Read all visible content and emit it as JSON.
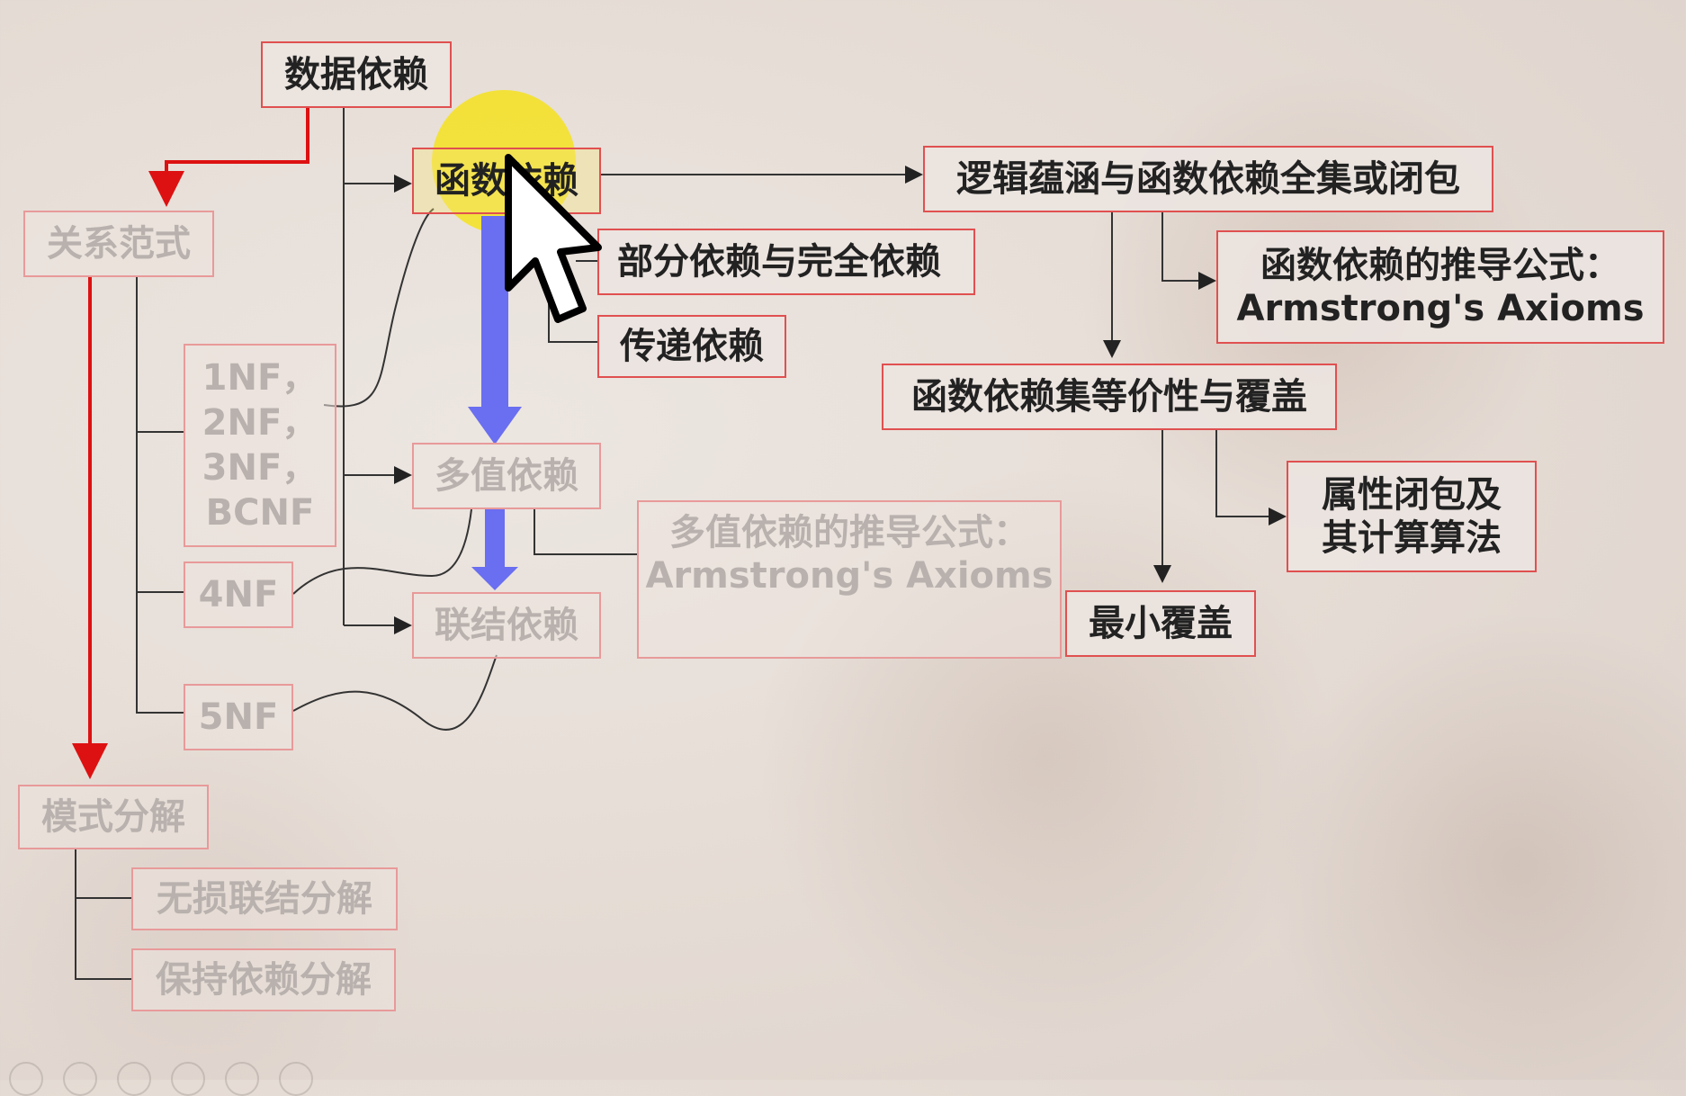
{
  "diagram": {
    "root": "数据依赖",
    "functional_dependency": "函数依赖",
    "partial_full": "部分依赖与完全依赖",
    "transitive": "传递依赖",
    "logical_closure": "逻辑蕴涵与函数依赖全集或闭包",
    "fd_axioms": "函数依赖的推导公式：\nArmstrong's Axioms",
    "fd_equivalence": "函数依赖集等价性与覆盖",
    "attribute_closure": "属性闭包及\n其计算算法",
    "minimal_cover": "最小覆盖",
    "multivalued": "多值依赖",
    "mvd_axioms": "多值依赖的推导公式：\nArmstrong's Axioms",
    "join_dependency": "联结依赖",
    "normal_forms": "关系范式",
    "nf123": "1NF，\n2NF，\n3NF，\nBCNF",
    "nf4": "4NF",
    "nf5": "5NF",
    "decomposition": "模式分解",
    "lossless_join": "无损联结分解",
    "dependency_preserving": "保持依赖分解"
  },
  "colors": {
    "box_border": "#e05050",
    "red_arrow": "#dd1111",
    "blue_arrow": "#6a6ef0",
    "highlight": "#f5e21f",
    "text": "#222222",
    "faded_text": "#b8b1ad"
  },
  "icons": [
    "cursor-icon",
    "highlight-circle"
  ]
}
